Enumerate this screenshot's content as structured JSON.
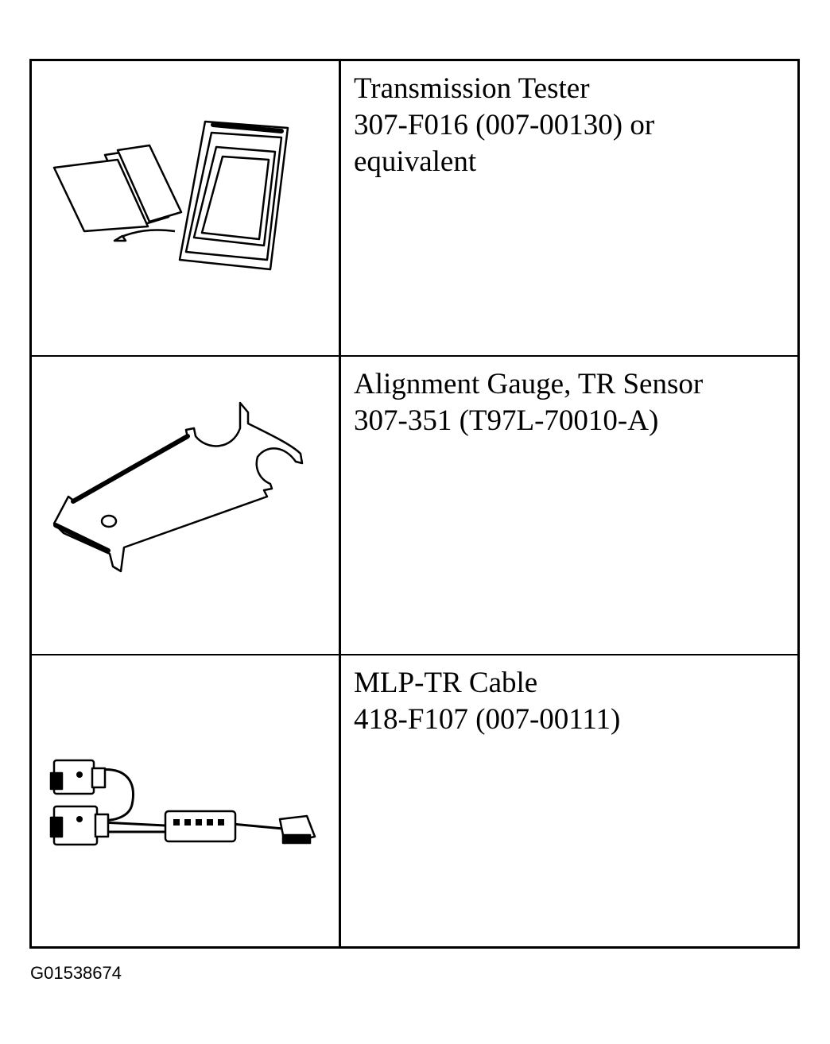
{
  "tools": [
    {
      "illustration_icon": "transmission-tester-icon",
      "lines": [
        "Transmission Tester",
        "307-F016 (007-00130) or",
        "equivalent"
      ]
    },
    {
      "illustration_icon": "alignment-gauge-icon",
      "lines": [
        "Alignment Gauge, TR Sensor",
        "307-351 (T97L-70010-A)"
      ]
    },
    {
      "illustration_icon": "mlp-tr-cable-icon",
      "lines": [
        "MLP-TR Cable",
        "418-F107 (007-00111)"
      ]
    }
  ],
  "figure_id": "G01538674"
}
